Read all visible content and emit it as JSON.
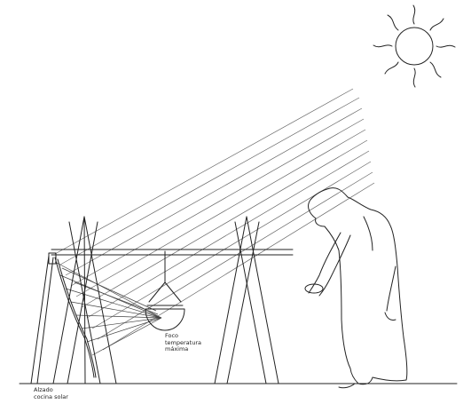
{
  "labels": {
    "focus_line1": "Foco",
    "focus_line2": "temperatura",
    "focus_line3": "máxima",
    "elevation_line1": "Alzado",
    "elevation_line2": "cocina solar"
  },
  "icons": {
    "sun": "sun-icon",
    "person": "person-figure"
  },
  "colors": {
    "ink": "#222222",
    "background": "#ffffff"
  }
}
